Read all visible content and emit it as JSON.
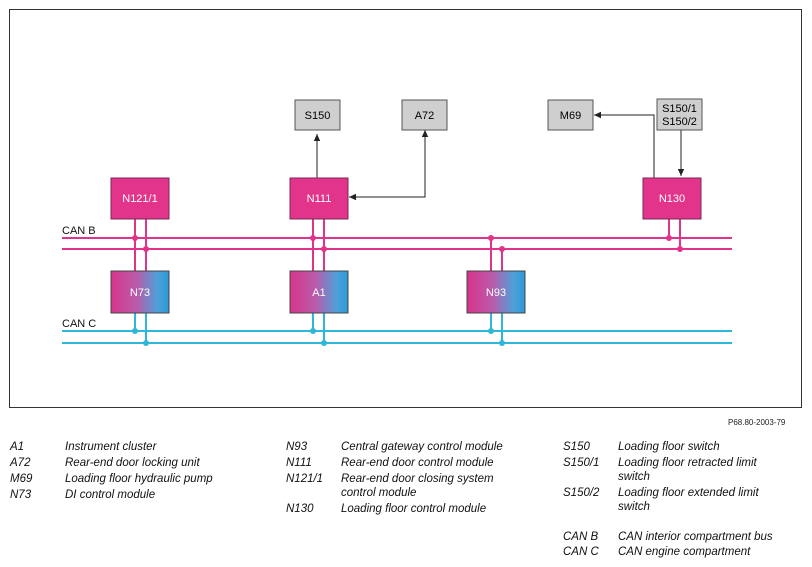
{
  "boxes": {
    "s150": "S150",
    "a72": "A72",
    "m69": "M69",
    "s150_pair": [
      "S150/1",
      "S150/2"
    ],
    "n121_1": "N121/1",
    "n111": "N111",
    "n130": "N130",
    "n73": "N73",
    "a1": "A1",
    "n93": "N93"
  },
  "buses": {
    "can_b": "CAN B",
    "can_c": "CAN C"
  },
  "reference": "P68.80-2003-79",
  "legend": {
    "col1": [
      {
        "code": "A1",
        "desc": "Instrument cluster"
      },
      {
        "code": "A72",
        "desc": "Rear-end door locking unit"
      },
      {
        "code": "M69",
        "desc": "Loading floor hydraulic pump"
      },
      {
        "code": "N73",
        "desc": "DI control module"
      }
    ],
    "col2": [
      {
        "code": "N93",
        "desc": "Central gateway control module"
      },
      {
        "code": "N111",
        "desc": "Rear-end door control module"
      },
      {
        "code": "N121/1",
        "desc": "Rear-end door closing system control module"
      },
      {
        "code": "N130",
        "desc": "Loading floor control module"
      }
    ],
    "col3": [
      {
        "code": "S150",
        "desc": "Loading floor switch"
      },
      {
        "code": "S150/1",
        "desc": "Loading floor retracted limit switch"
      },
      {
        "code": "S150/2",
        "desc": "Loading floor extended limit switch"
      },
      {
        "code": "CAN B",
        "desc": "CAN interior compartment bus"
      },
      {
        "code": "CAN C",
        "desc": "CAN engine compartment"
      }
    ]
  },
  "colors": {
    "can_b": "#e0348a",
    "can_c": "#2eb7d9",
    "module_pink": "#e2348a",
    "module_blue": "#2aa3d6",
    "sensor_gray": "#cfcfcf"
  }
}
